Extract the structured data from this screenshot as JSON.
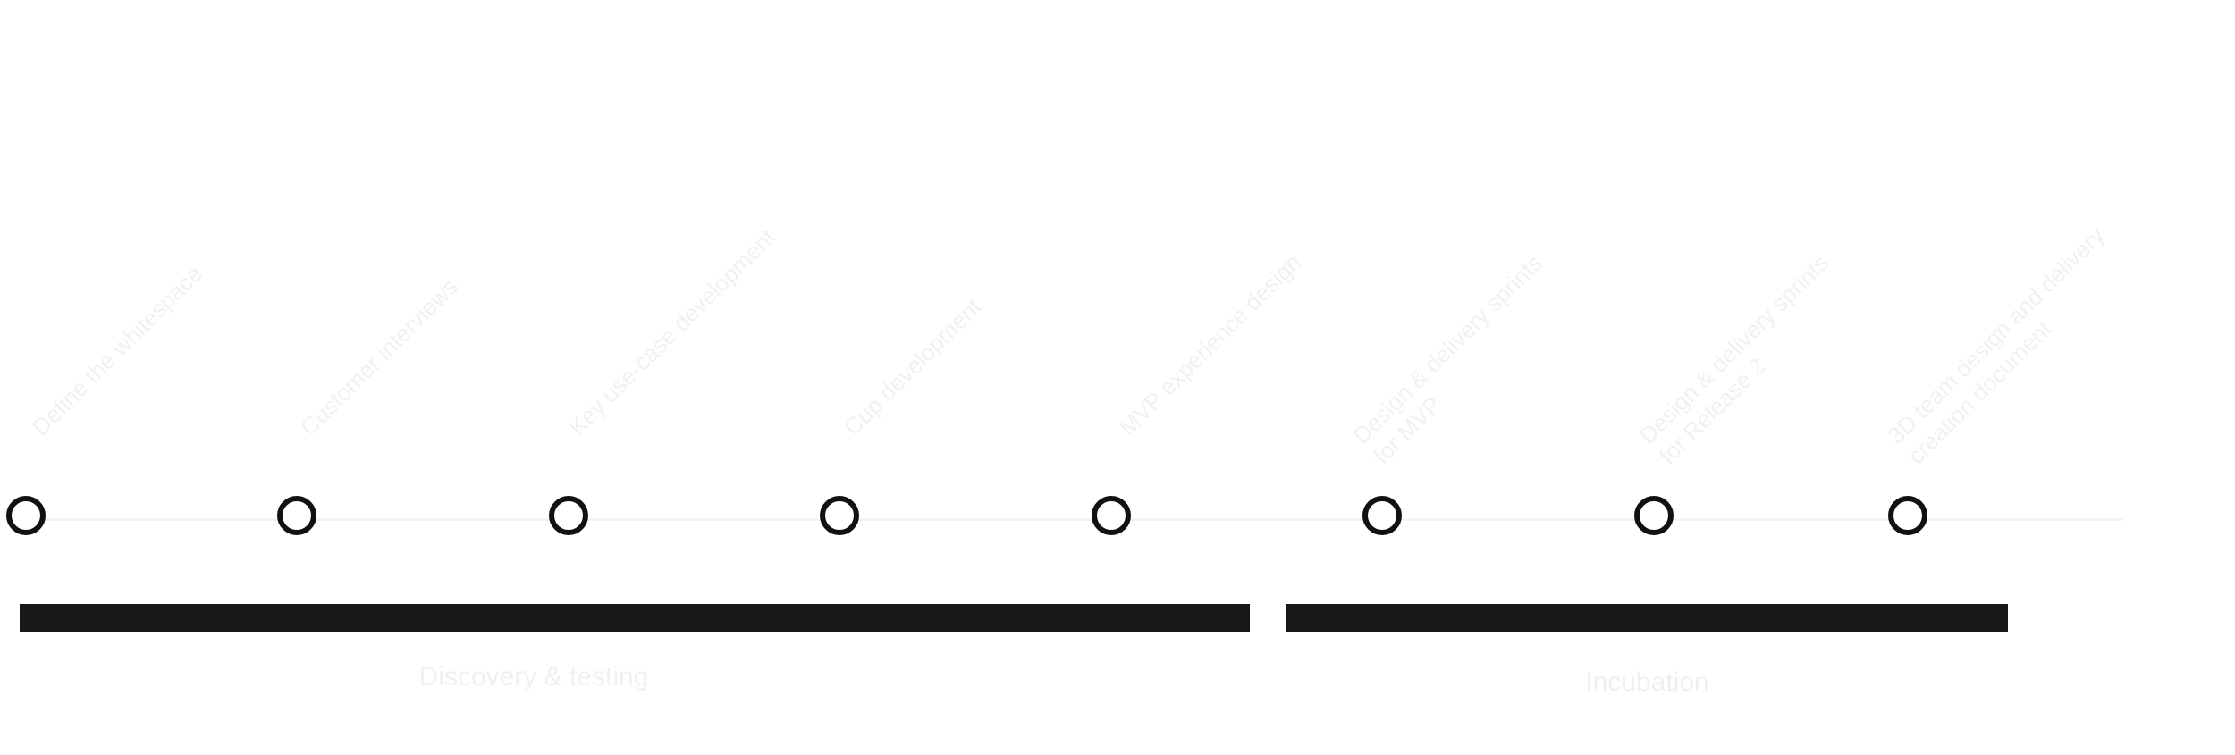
{
  "milestones": [
    {
      "label": "Define the whitespace"
    },
    {
      "label": "Customer interviews"
    },
    {
      "label": "Key use-case development"
    },
    {
      "label": "Cup development"
    },
    {
      "label": "MVP experience design"
    },
    {
      "label": "Design & delivery sprints\nfor MVP"
    },
    {
      "label": "Design & delivery sprints\nfor Release 2"
    },
    {
      "label": "3D team design and delivery\ncreation document"
    }
  ],
  "phases": [
    {
      "label": "Discovery & testing"
    },
    {
      "label": "Incubation"
    }
  ],
  "colors": {
    "marker_stroke": "#111111",
    "bar_fill": "#181818",
    "label_text": "#f1f1f1",
    "line": "#f4f4f4"
  }
}
